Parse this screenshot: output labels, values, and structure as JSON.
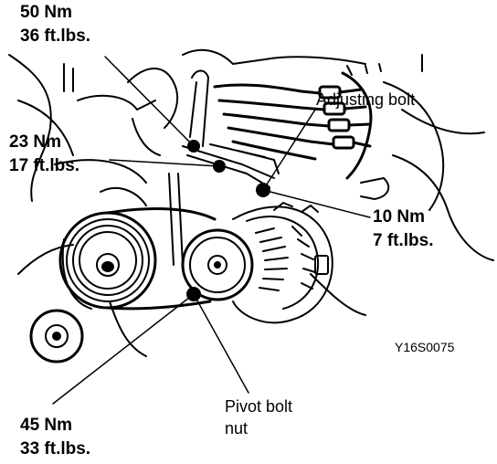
{
  "labels": {
    "t50_nm": "50 Nm",
    "t50_ftlb": "36 ft.lbs.",
    "t23_nm": "23 Nm",
    "t23_ftlb": "17 ft.lbs.",
    "t10_nm": "10 Nm",
    "t10_ftlb": "7 ft.lbs.",
    "t45_nm": "45 Nm",
    "t45_ftlb": "33 ft.lbs.",
    "adjusting_bolt": "Adjusting bolt",
    "pivot_line1": "Pivot  bolt",
    "pivot_line2": "nut",
    "figure_code": "Y16S0075"
  },
  "colors": {
    "ink": "#000000",
    "paper": "#ffffff"
  }
}
